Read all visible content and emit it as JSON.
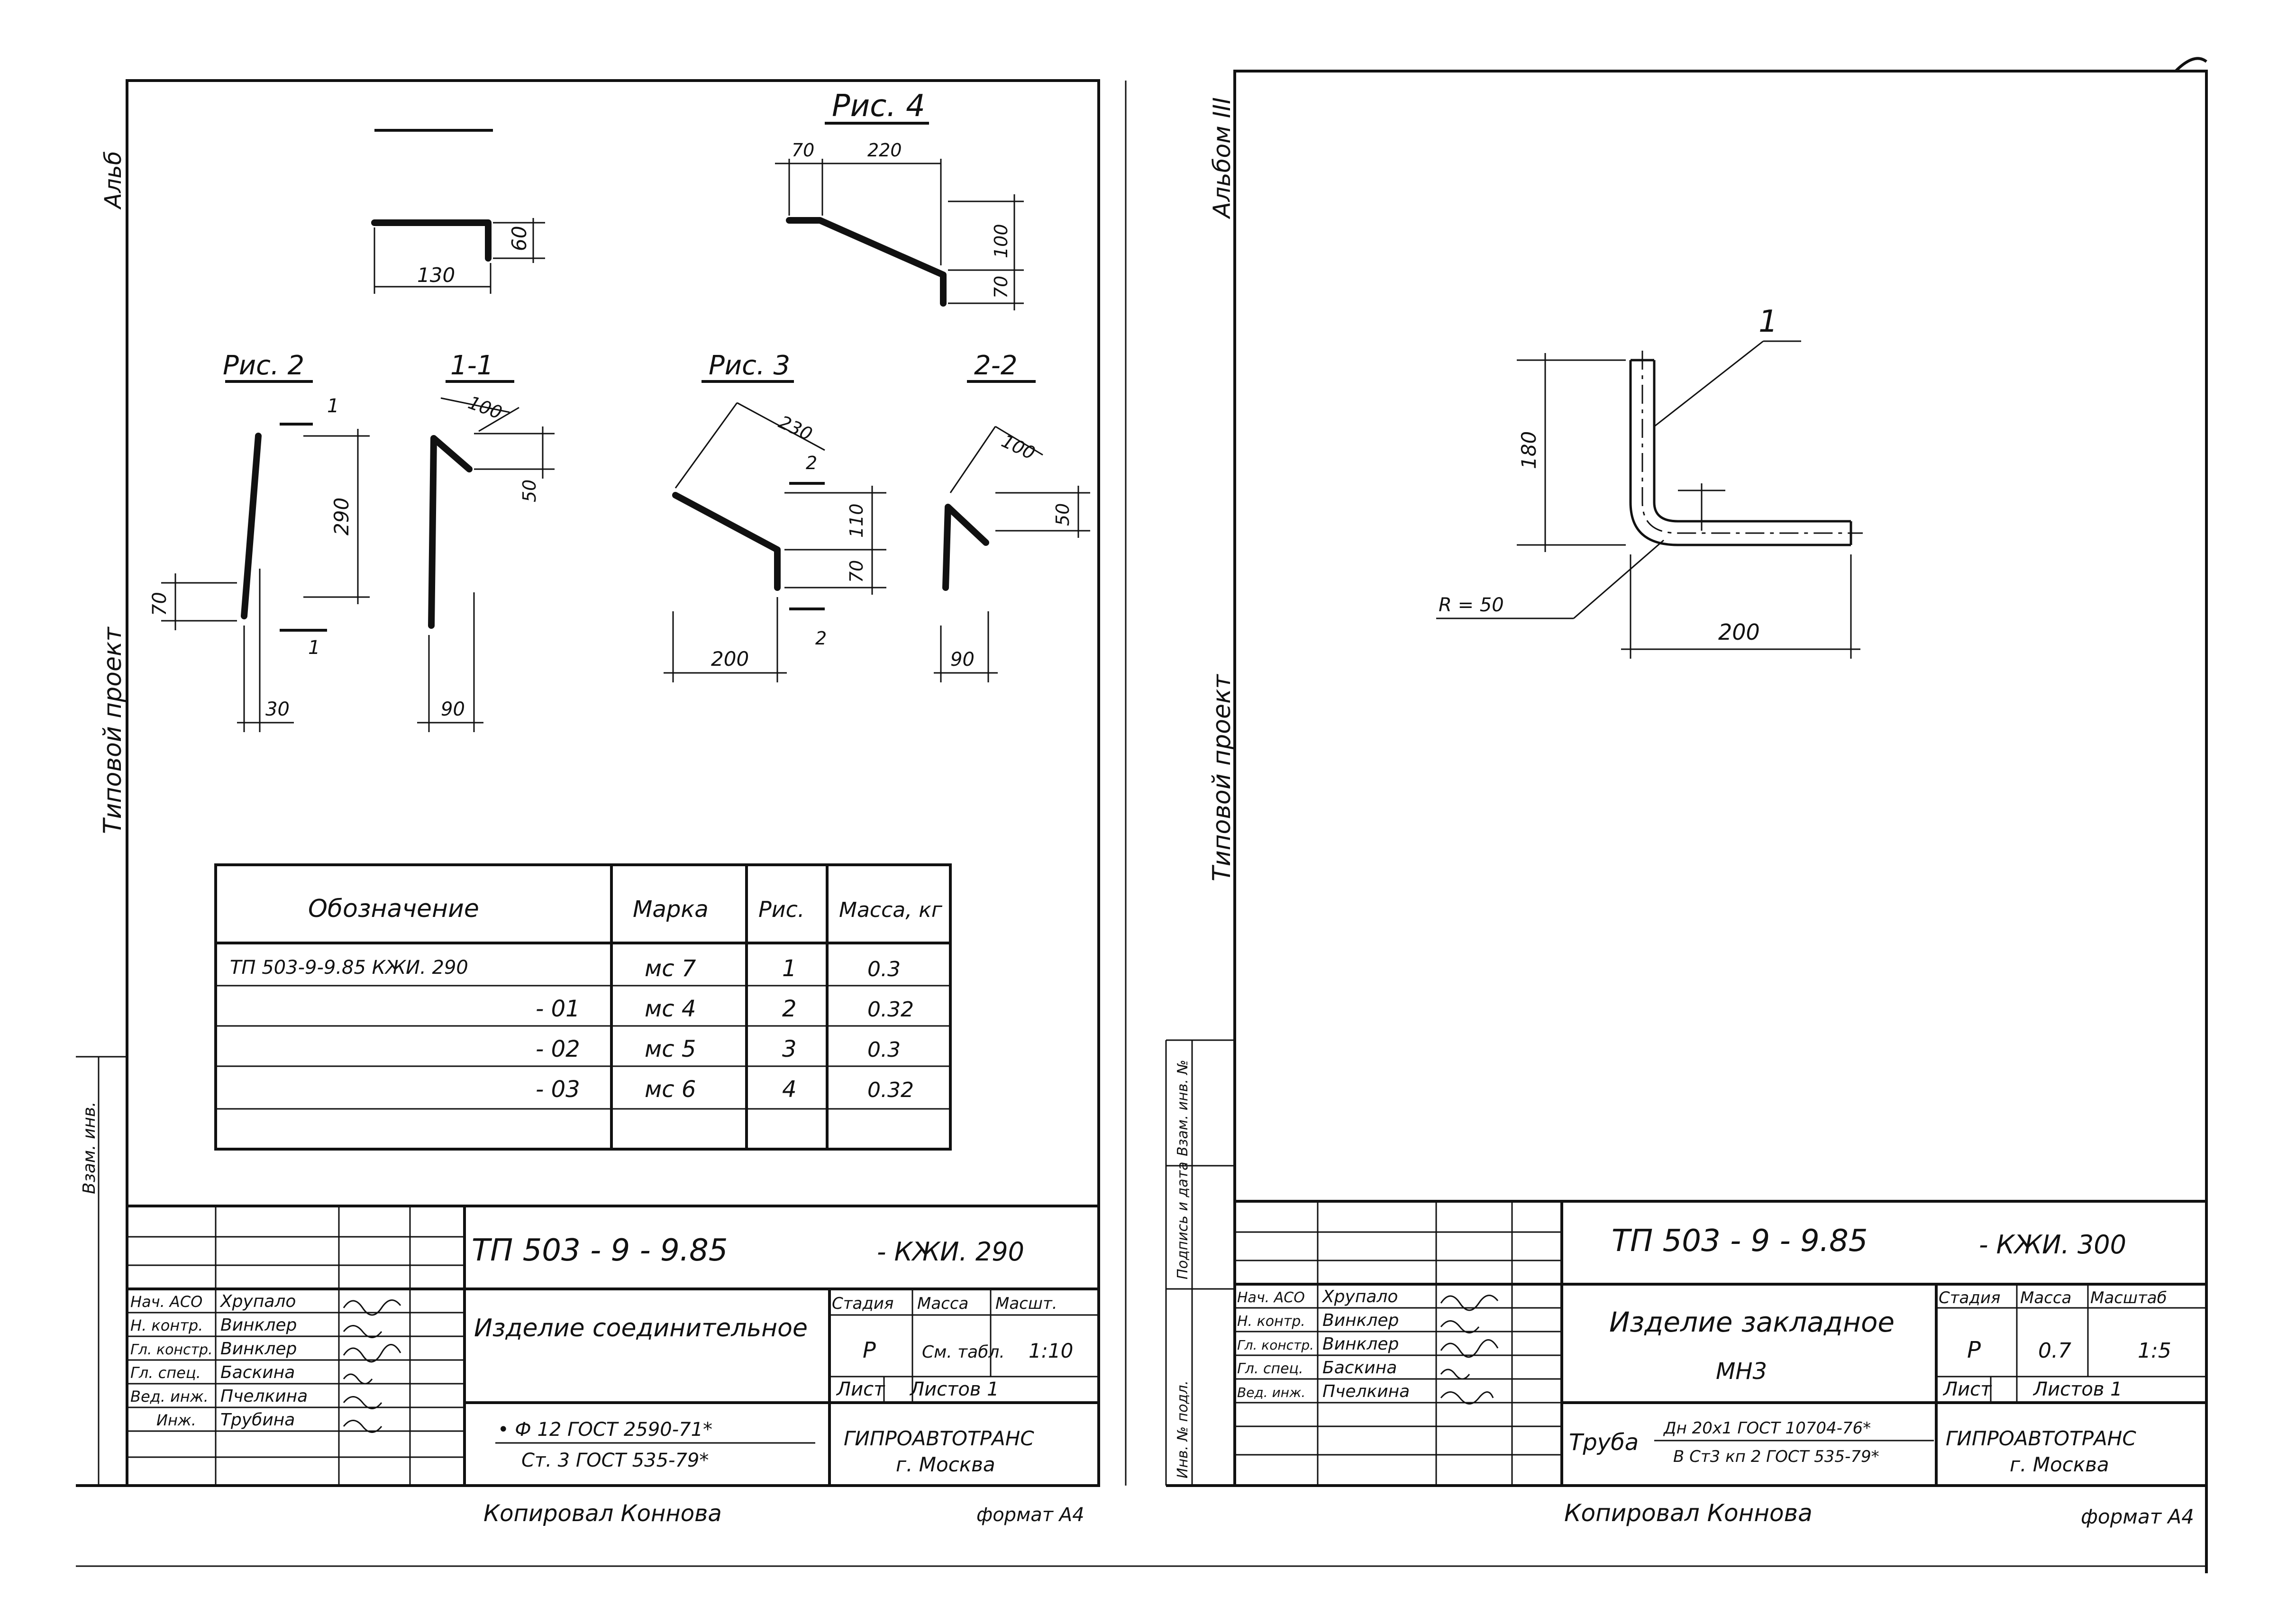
{
  "left_sheet": {
    "side_label_top": "Альб",
    "side_label_mid": "Типовой проект",
    "side_label_stamp": "Взам. инв.",
    "figures": {
      "top": {
        "dim_len": "130",
        "dim_h": "60"
      },
      "fig4": {
        "title": "Рис. 4",
        "d1": "70",
        "d2": "220",
        "d3": "100",
        "d4": "70"
      },
      "fig2": {
        "title": "Рис. 2",
        "cut": "1",
        "d_len": "290",
        "d_end": "70",
        "d_w": "30"
      },
      "sec11": {
        "title": "1-1",
        "d1": "100",
        "d2": "50",
        "d3": "90"
      },
      "fig3": {
        "title": "Рис. 3",
        "cut": "2",
        "d1": "230",
        "d2": "110",
        "d3": "70",
        "d4": "200"
      },
      "sec22": {
        "title": "2-2",
        "d1": "100",
        "d2": "50",
        "d3": "90"
      }
    },
    "table": {
      "headers": [
        "Обозначение",
        "Марка",
        "Рис.",
        "Масса, кг"
      ],
      "rows": [
        {
          "designation": "ТП 503-9-9.85    КЖИ. 290",
          "mark": "мс 7",
          "fig": "1",
          "mass": "0.3"
        },
        {
          "designation": "- 01",
          "mark": "мс 4",
          "fig": "2",
          "mass": "0.32"
        },
        {
          "designation": "- 02",
          "mark": "мс 5",
          "fig": "3",
          "mass": "0.3"
        },
        {
          "designation": "- 03",
          "mark": "мс 6",
          "fig": "4",
          "mass": "0.32"
        }
      ]
    },
    "title_block": {
      "code": "ТП 503 - 9 - 9.85",
      "code_suffix": "- КЖИ. 290",
      "name": "Изделие соединительное",
      "stage_label": "Стадия",
      "mass_label": "Масса",
      "scale_label": "Масшт.",
      "stage": "Р",
      "mass": "См. табл.",
      "scale": "1:10",
      "sheet_label": "Лист",
      "sheets_label": "Листов 1",
      "material_line1": "• Ф 12 ГОСТ 2590-71*",
      "material_line2": "Ст. 3 ГОСТ 535-79*",
      "org": "ГИПРОАВТОТРАНС",
      "city": "г. Москва",
      "staff": [
        {
          "role": "Нач. АСО",
          "name": "Хрупало"
        },
        {
          "role": "Н. контр.",
          "name": "Винклер"
        },
        {
          "role": "Гл. констр.",
          "name": "Винклер"
        },
        {
          "role": "Гл. спец.",
          "name": "Баскина"
        },
        {
          "role": "Вед. инж.",
          "name": "Пчелкина"
        },
        {
          "role": "Инж.",
          "name": "Трубина"
        }
      ],
      "copied": "Копировал Коннова",
      "format": "формат А4"
    }
  },
  "right_sheet": {
    "side_label_top": "Альбом III",
    "side_label_mid": "Типовой проект",
    "stamp_labels": [
      "Инв. № подл.",
      "Подпись и дата",
      "Взам. инв. №"
    ],
    "figure": {
      "pos": "1",
      "d_h": "180",
      "d_len": "200",
      "radius": "R = 50"
    },
    "title_block": {
      "code": "ТП 503 - 9 - 9.85",
      "code_suffix": "- КЖИ. 300",
      "name": "Изделие закладное",
      "subname": "МН3",
      "stage_label": "Стадия",
      "mass_label": "Масса",
      "scale_label": "Масштаб",
      "stage": "Р",
      "mass": "0.7",
      "scale": "1:5",
      "sheet_label": "Лист",
      "sheets_label": "Листов 1",
      "material_prefix": "Труба",
      "material_line1": "Дн 20х1 ГОСТ 10704-76*",
      "material_line2": "В Ст3 кп 2 ГОСТ 535-79*",
      "org": "ГИПРОАВТОТРАНС",
      "city": "г. Москва",
      "staff": [
        {
          "role": "Нач. АСО",
          "name": "Хрупало"
        },
        {
          "role": "Н. контр.",
          "name": "Винклер"
        },
        {
          "role": "Гл. констр.",
          "name": "Винклер"
        },
        {
          "role": "Гл. спец.",
          "name": "Баскина"
        },
        {
          "role": "Вед. инж.",
          "name": "Пчелкина"
        }
      ],
      "copied": "Копировал Коннова",
      "format": "формат А4"
    }
  }
}
